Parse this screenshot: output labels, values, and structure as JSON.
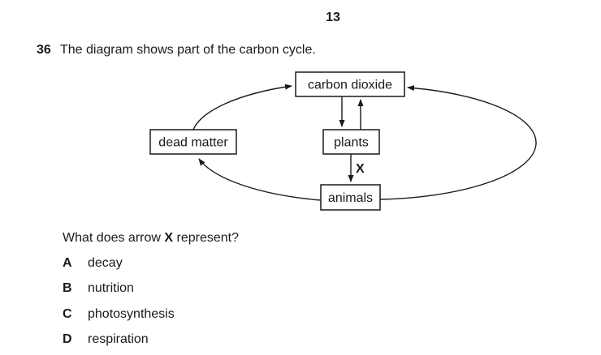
{
  "page_number": "13",
  "question": {
    "number": "36",
    "text": "The diagram shows part of the carbon cycle.",
    "prompt": {
      "prefix": "What does arrow ",
      "bold": "X",
      "suffix": " represent?"
    }
  },
  "diagram": {
    "nodes": {
      "carbon_dioxide": "carbon dioxide",
      "dead_matter": "dead matter",
      "plants": "plants",
      "animals": "animals"
    },
    "arrow_x_label": "X",
    "line_color": "#1a1a1a"
  },
  "options": [
    {
      "letter": "A",
      "text": "decay"
    },
    {
      "letter": "B",
      "text": "nutrition"
    },
    {
      "letter": "C",
      "text": "photosynthesis"
    },
    {
      "letter": "D",
      "text": "respiration"
    }
  ]
}
